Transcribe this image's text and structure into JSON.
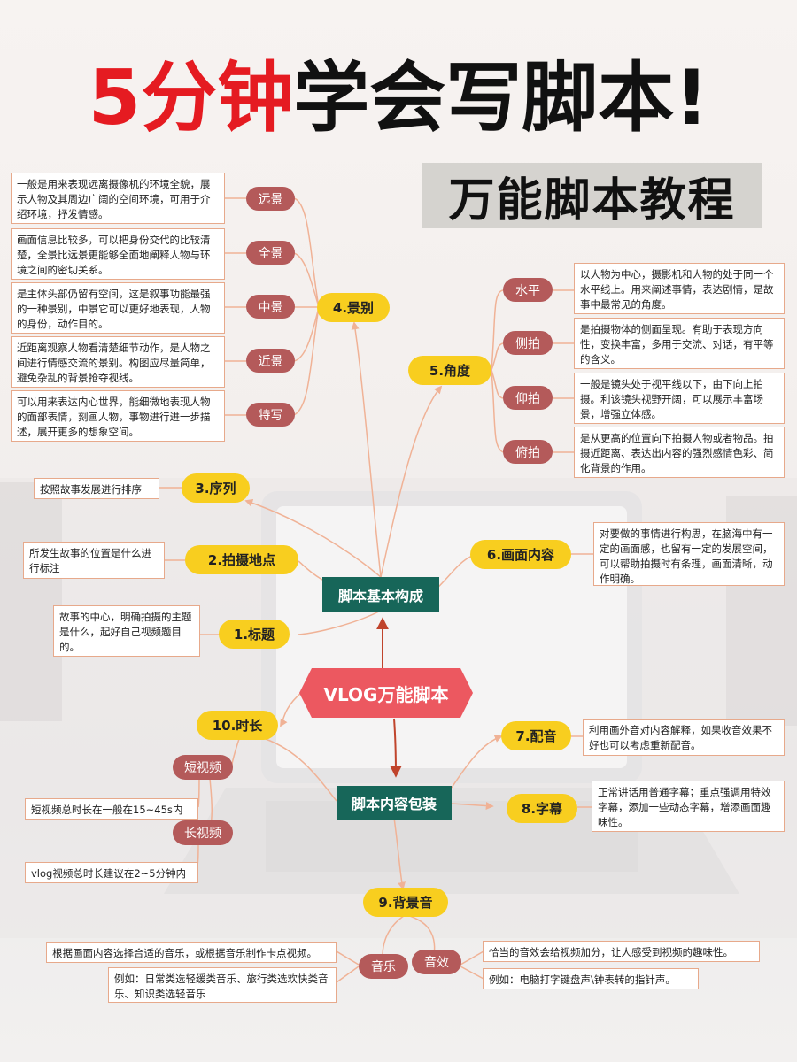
{
  "title": {
    "part1": "5分钟",
    "part2": "学会写脚本!"
  },
  "subtitle": "万能脚本教程",
  "center": "VLOG万能脚本",
  "hub_top": "脚本基本构成",
  "hub_bottom": "脚本内容包装",
  "categories": {
    "c1": "1.标题",
    "c2": "2.拍摄地点",
    "c3": "3.序列",
    "c4": "4.景别",
    "c5": "5.角度",
    "c6": "6.画面内容",
    "c7": "7.配音",
    "c8": "8.字幕",
    "c9": "9.背景音",
    "c10": "10.时长"
  },
  "shot_sizes": [
    {
      "label": "远景",
      "desc": "一般是用来表现远离摄像机的环境全貌，展示人物及其周边广阔的空间环境，可用于介绍环境，抒发情感。"
    },
    {
      "label": "全景",
      "desc": "画面信息比较多，可以把身份交代的比较清楚，全景比远景更能够全面地阐释人物与环境之间的密切关系。"
    },
    {
      "label": "中景",
      "desc": "是主体头部仍留有空间，这是叙事功能最强的一种景别，中景它可以更好地表现，人物的身份，动作目的。"
    },
    {
      "label": "近景",
      "desc": "近距离观察人物看清楚细节动作，是人物之间进行情感交流的景别。构图应尽量简单，避免杂乱的背景抢夺视线。"
    },
    {
      "label": "特写",
      "desc": "可以用来表达内心世界，能细微地表现人物的面部表情，刻画人物，事物进行进一步描述，展开更多的想象空间。"
    }
  ],
  "angles": [
    {
      "label": "水平",
      "desc": "以人物为中心，摄影机和人物的处于同一个水平线上。用来阐述事情，表达剧情，是故事中最常见的角度。"
    },
    {
      "label": "侧拍",
      "desc": "是拍摄物体的侧面呈现。有助于表现方向性，变换丰富，多用于交流、对话，有平等的含义。"
    },
    {
      "label": "仰拍",
      "desc": "一般是镜头处于视平线以下，由下向上拍摄。利该镜头视野开阔，可以展示丰富场景，增强立体感。"
    },
    {
      "label": "俯拍",
      "desc": "是从更高的位置向下拍摄人物或者物品。拍摄近距离、表达出内容的强烈感情色彩、简化背景的作用。"
    }
  ],
  "desc_sequence": "按照故事发展进行排序",
  "desc_location": "所发生故事的位置是什么进行标注",
  "desc_title": "故事的中心，明确拍摄的主题是什么，起好自己视频题目的。",
  "desc_content": "对要做的事情进行构思，在脑海中有一定的画面感，也留有一定的发展空间，可以帮助拍摄时有条理，画面清晰，动作明确。",
  "desc_voice": "利用画外音对内容解释，如果收音效果不好也可以考虑重新配音。",
  "desc_subtitle": "正常讲话用普通字幕；重点强调用特效字幕，添加一些动态字幕，增添画面趣味性。",
  "duration": {
    "short_label": "短视频",
    "short_desc": "短视频总时长在一般在15~45s内",
    "long_label": "长视频",
    "long_desc": "vlog视频总时长建议在2~5分钟内"
  },
  "bgm": {
    "music_label": "音乐",
    "music_desc1": "根据画面内容选择合适的音乐，或根据音乐制作卡点视频。",
    "music_desc2": "例如：日常类选轻缓类音乐、旅行类选欢快类音乐、知识类选轻音乐",
    "sfx_label": "音效",
    "sfx_desc1": "恰当的音效会给视频加分，让人感受到视频的趣味性。",
    "sfx_desc2": "例如：电脑打字键盘声\\钟表转的指针声。"
  },
  "colors": {
    "title_red": "#e51b21",
    "yellow": "#f8ce1f",
    "pill": "#b45a5a",
    "teal": "#176659",
    "center": "#ec5860",
    "line": "#f0b296",
    "arrow": "#c0442c"
  }
}
